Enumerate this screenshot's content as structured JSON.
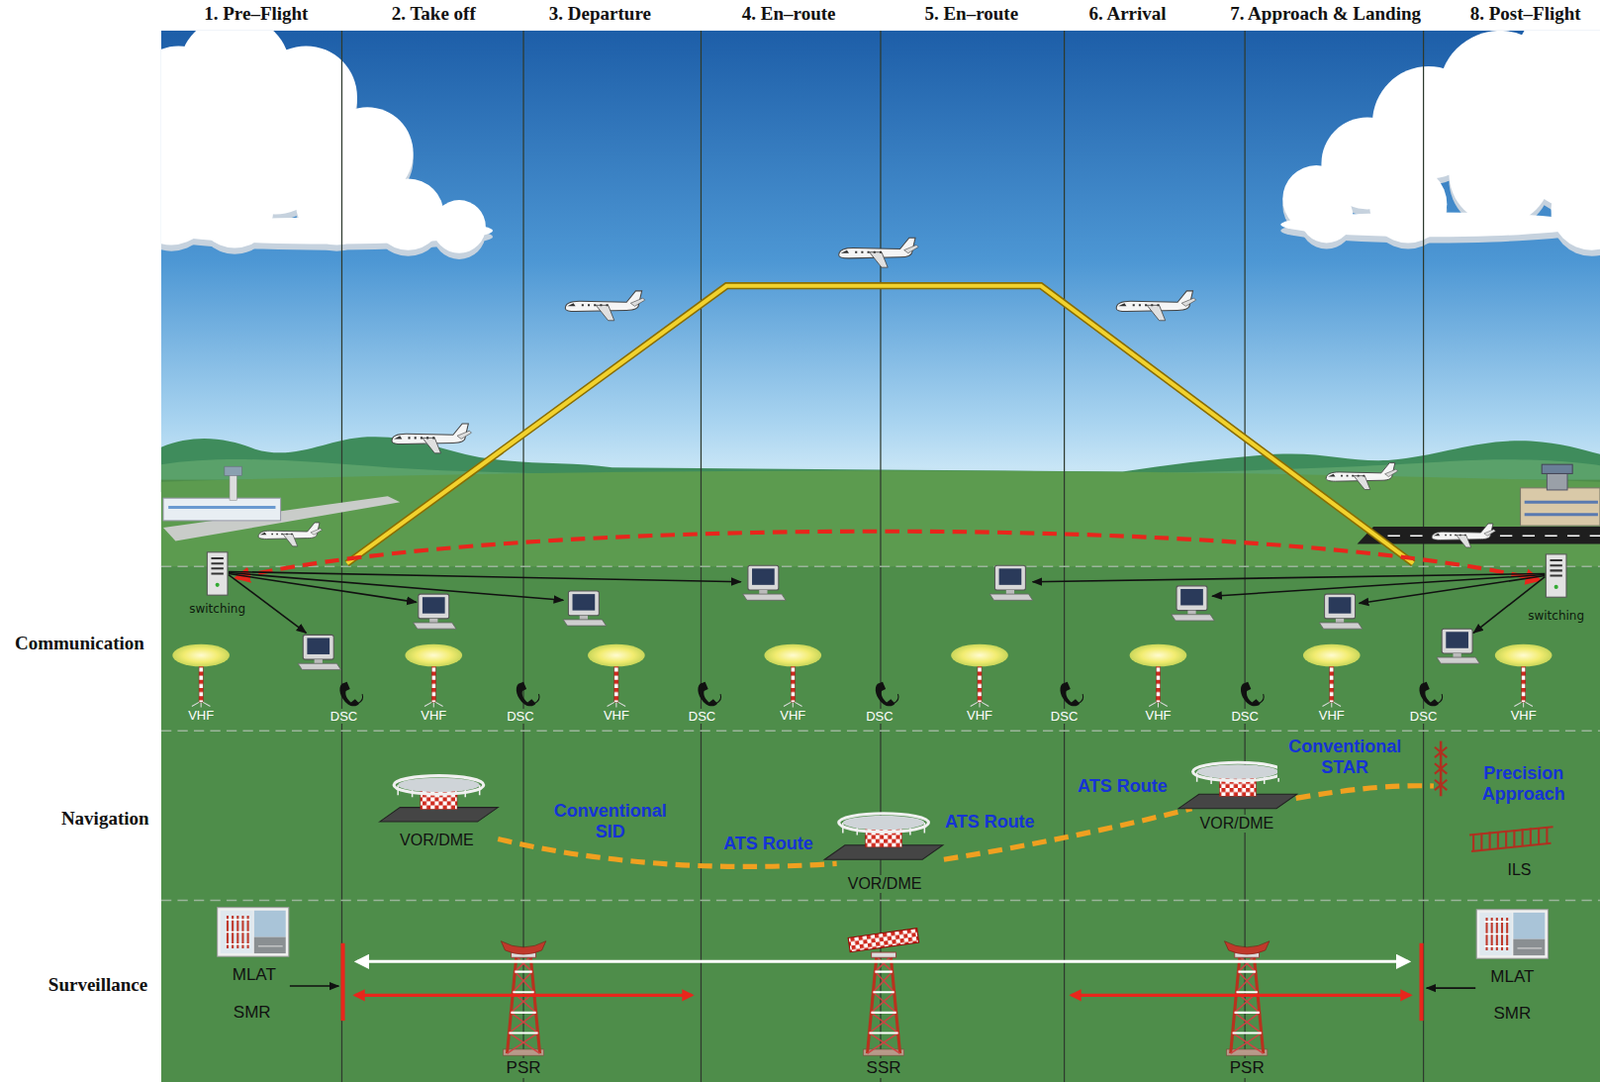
{
  "diagram": {
    "labels": [
      "1. Pre–Flight",
      "2. Take off",
      "3. Departure",
      "4. En–route",
      "5. En–route",
      "6. Arrival",
      "7. Approach & Landing",
      "8. Post–Flight",
      "Communication",
      "switching",
      "switching",
      "VHF",
      "DSC",
      "VHF",
      "DSC",
      "VHF",
      "DSC",
      "VHF",
      "DSC",
      "VHF",
      "DSC",
      "VHF",
      "DSC",
      "VHF",
      "DSC",
      "VHF",
      "Navigation",
      "VOR/DME",
      "Conventional SID",
      "ATS Route",
      "VOR/DME",
      "ATS Route",
      "ATS Route",
      "VOR/DME",
      "Conventional STAR",
      "Precision Approach",
      "ILS",
      "Surveillance",
      "MLAT",
      "SMR",
      "PSR",
      "SSR",
      "PSR",
      "MLAT",
      "SMR"
    ]
  }
}
